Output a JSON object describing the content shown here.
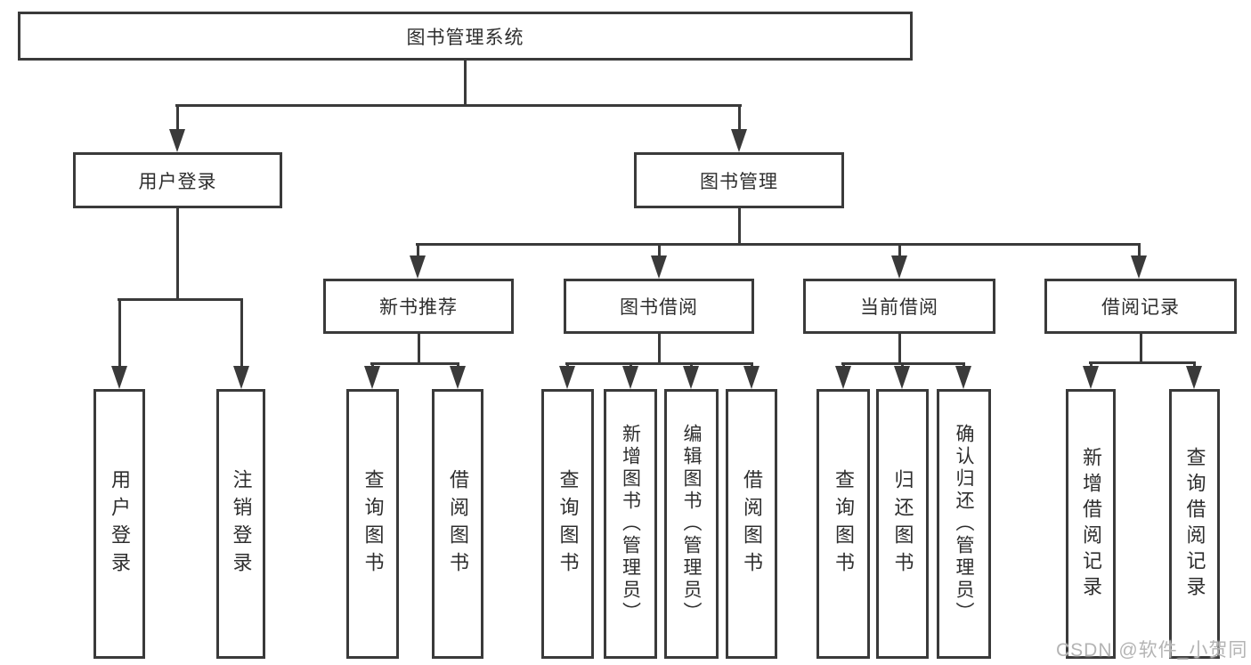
{
  "tree": {
    "label": "图书管理系统",
    "children": [
      {
        "label": "用户登录",
        "children": [
          {
            "label": "用户登录"
          },
          {
            "label": "注销登录"
          }
        ]
      },
      {
        "label": "图书管理",
        "children": [
          {
            "label": "新书推荐",
            "children": [
              {
                "label": "查询图书"
              },
              {
                "label": "借阅图书"
              }
            ]
          },
          {
            "label": "图书借阅",
            "children": [
              {
                "label": "查询图书"
              },
              {
                "label": "新增图书（管理员）"
              },
              {
                "label": "编辑图书（管理员）"
              },
              {
                "label": "借阅图书"
              }
            ]
          },
          {
            "label": "当前借阅",
            "children": [
              {
                "label": "查询图书"
              },
              {
                "label": "归还图书"
              },
              {
                "label": "确认归还（管理员）"
              }
            ]
          },
          {
            "label": "借阅记录",
            "children": [
              {
                "label": "新增借阅记录"
              },
              {
                "label": "查询借阅记录"
              }
            ]
          }
        ]
      }
    ]
  },
  "watermark": "CSDN @软件_小贺同学",
  "colors": {
    "background": "#ffffff",
    "line": "#3a3a3a",
    "box_border": "#3a3a3a",
    "box_fill": "#ffffff",
    "text": "#2e2e2e",
    "watermark": "#b4b4b4"
  }
}
